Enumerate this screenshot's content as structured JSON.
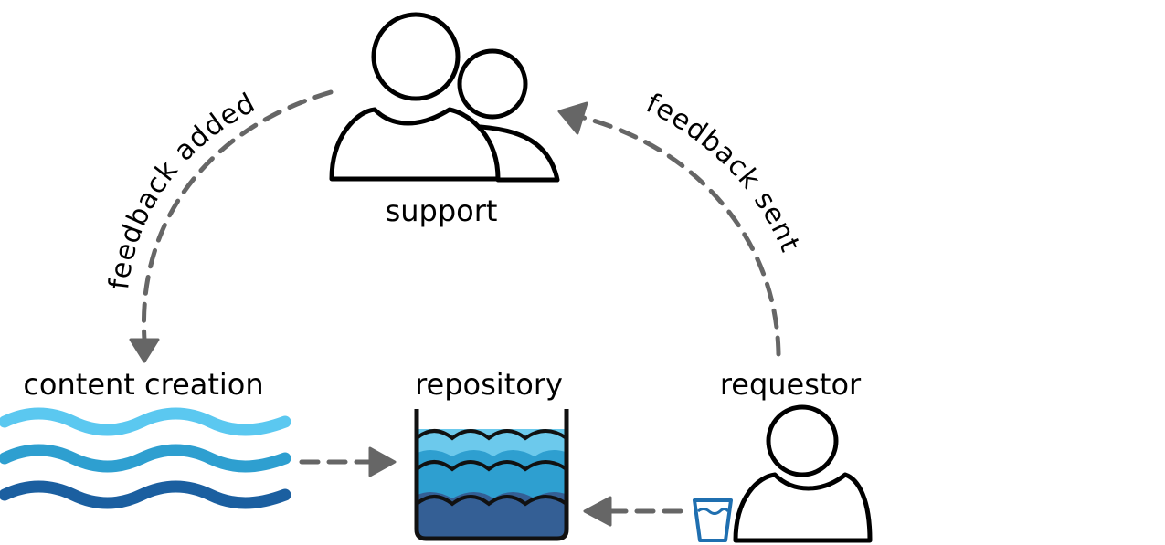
{
  "nodes": {
    "support": "support",
    "content_creation": "content creation",
    "repository": "repository",
    "requestor": "requestor"
  },
  "edges": {
    "feedback_added": "feedback added",
    "feedback_sent": "feedback sent"
  },
  "colors": {
    "arrow": "#666666",
    "wave_light": "#5bc8f0",
    "wave_mid": "#2e9fd0",
    "wave_dark": "#1b5fa0",
    "water_top": "#6cc9ec",
    "water_mid": "#2e9fd0",
    "water_bottom": "#345f95",
    "cup": "#1f6fb0"
  },
  "icons": {
    "support": "group-people-icon",
    "content_creation": "waves-icon",
    "repository": "water-tank-icon",
    "requestor": "person-icon",
    "cup": "water-cup-icon"
  }
}
